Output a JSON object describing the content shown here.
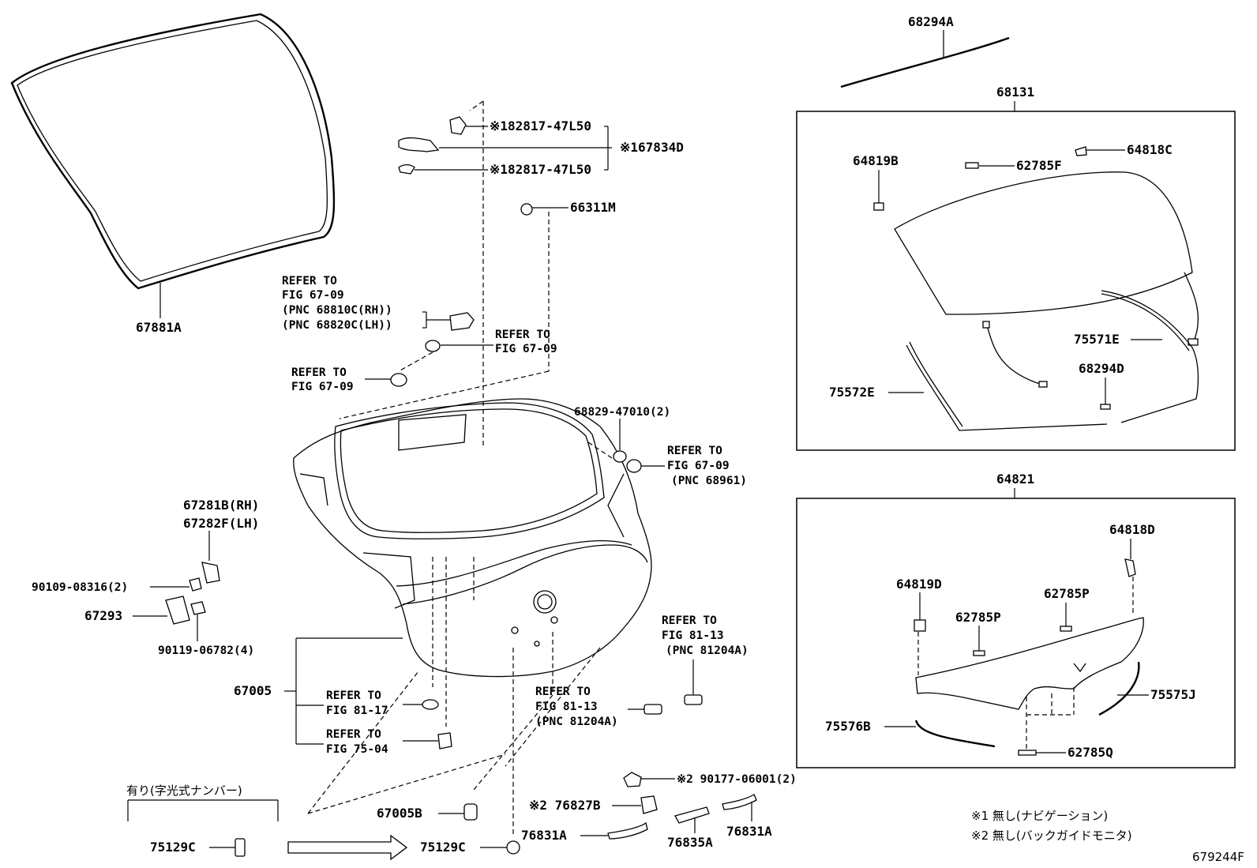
{
  "diagram_id": "679244F",
  "notes": {
    "note1": "※1 無し(ナビゲーション)",
    "note2": "※2 無し(バックガイドモニタ)"
  },
  "option_label": "有り(字光式ナンバー)",
  "parts": {
    "p68294A": "68294A",
    "p68131": "68131",
    "p64819B": "64819B",
    "p62785F": "62785F",
    "p64818C": "64818C",
    "p75571E": "75571E",
    "p68294D": "68294D",
    "p75572E": "75572E",
    "p64821": "64821",
    "p64818D": "64818D",
    "p64819D": "64819D",
    "p62785P_a": "62785P",
    "p62785P_b": "62785P",
    "p75575J": "75575J",
    "p75576B": "75576B",
    "p62785Q": "62785Q",
    "p67881A": "67881A",
    "p182817_a": "※182817-47L50",
    "p67834D": "※167834D",
    "p182817_b": "※182817-47L50",
    "p66311M": "66311M",
    "p68829": "68829-47010(2)",
    "p67281B": "67281B(RH)",
    "p67282F": "67282F(LH)",
    "p90109": "90109-08316(2)",
    "p67293": "67293",
    "p90119": "90119-06782(4)",
    "p67005": "67005",
    "p67005B": "67005B",
    "p75129C_a": "75129C",
    "p75129C_b": "75129C",
    "p90177": "※2 90177-06001(2)",
    "p76827B": "※2 76827B",
    "p76831A_a": "76831A",
    "p76831A_b": "76831A",
    "p76835A": "76835A"
  },
  "refs": {
    "r1": [
      "REFER TO",
      "FIG 67-09",
      "(PNC 68810C(RH))",
      "(PNC 68820C(LH))"
    ],
    "r2": [
      "REFER TO",
      "FIG 67-09"
    ],
    "r3": [
      "REFER TO",
      "FIG 67-09"
    ],
    "r4": [
      "REFER TO",
      "FIG 67-09",
      "(PNC 68961)"
    ],
    "r5": [
      "REFER TO",
      "FIG 81-13",
      "(PNC 81204A)"
    ],
    "r6": [
      "REFER TO",
      "FIG 81-17"
    ],
    "r7": [
      "REFER TO",
      "FIG 81-13",
      "(PNC 81204A)"
    ],
    "r8": [
      "REFER TO",
      "FIG 75-04"
    ]
  }
}
